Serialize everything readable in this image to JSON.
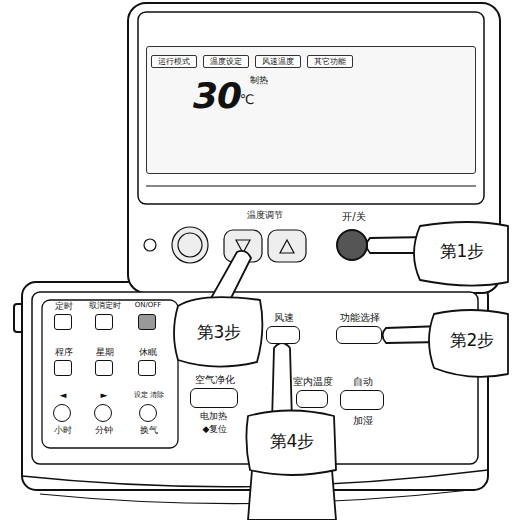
{
  "diagram": {
    "nodes": [
      {
        "text": [
          "30",
          "℃",
          "制热"
        ]
      },
      {
        "text": [
          "运行模式"
        ],
        "in": 0
      },
      {
        "text": [
          "温度设定"
        ],
        "in": 0
      },
      {
        "text": [
          "风速温度"
        ],
        "in": 0
      },
      {
        "text": [
          "其它功能"
        ],
        "in": 0
      },
      {
        "text": [
          "温度调节"
        ]
      },
      {
        "text": [
          "开/关"
        ]
      },
      {
        "text": [
          "定时"
        ]
      },
      {
        "text": [
          "取消定时"
        ]
      },
      {
        "text": [
          "ON/OFF"
        ]
      },
      {
        "text": [
          "程序"
        ]
      },
      {
        "text": [
          "星期"
        ]
      },
      {
        "text": [
          "休眠"
        ]
      },
      {
        "text": [
          "◄",
          "小时"
        ]
      },
      {
        "text": [
          "►",
          "分钟"
        ]
      },
      {
        "text": [
          "设定 清除",
          "换气"
        ]
      },
      {
        "text": [
          "风速"
        ]
      },
      {
        "text": [
          "功能选择"
        ]
      },
      {
        "text": [
          "空气净化",
          "电加热",
          "◆复位"
        ]
      },
      {
        "text": [
          "室内温度"
        ]
      },
      {
        "text": [
          "自动",
          "加湿"
        ]
      }
    ],
    "labels": [
      "第1步",
      "第2步",
      "第3步",
      "第4步"
    ]
  }
}
